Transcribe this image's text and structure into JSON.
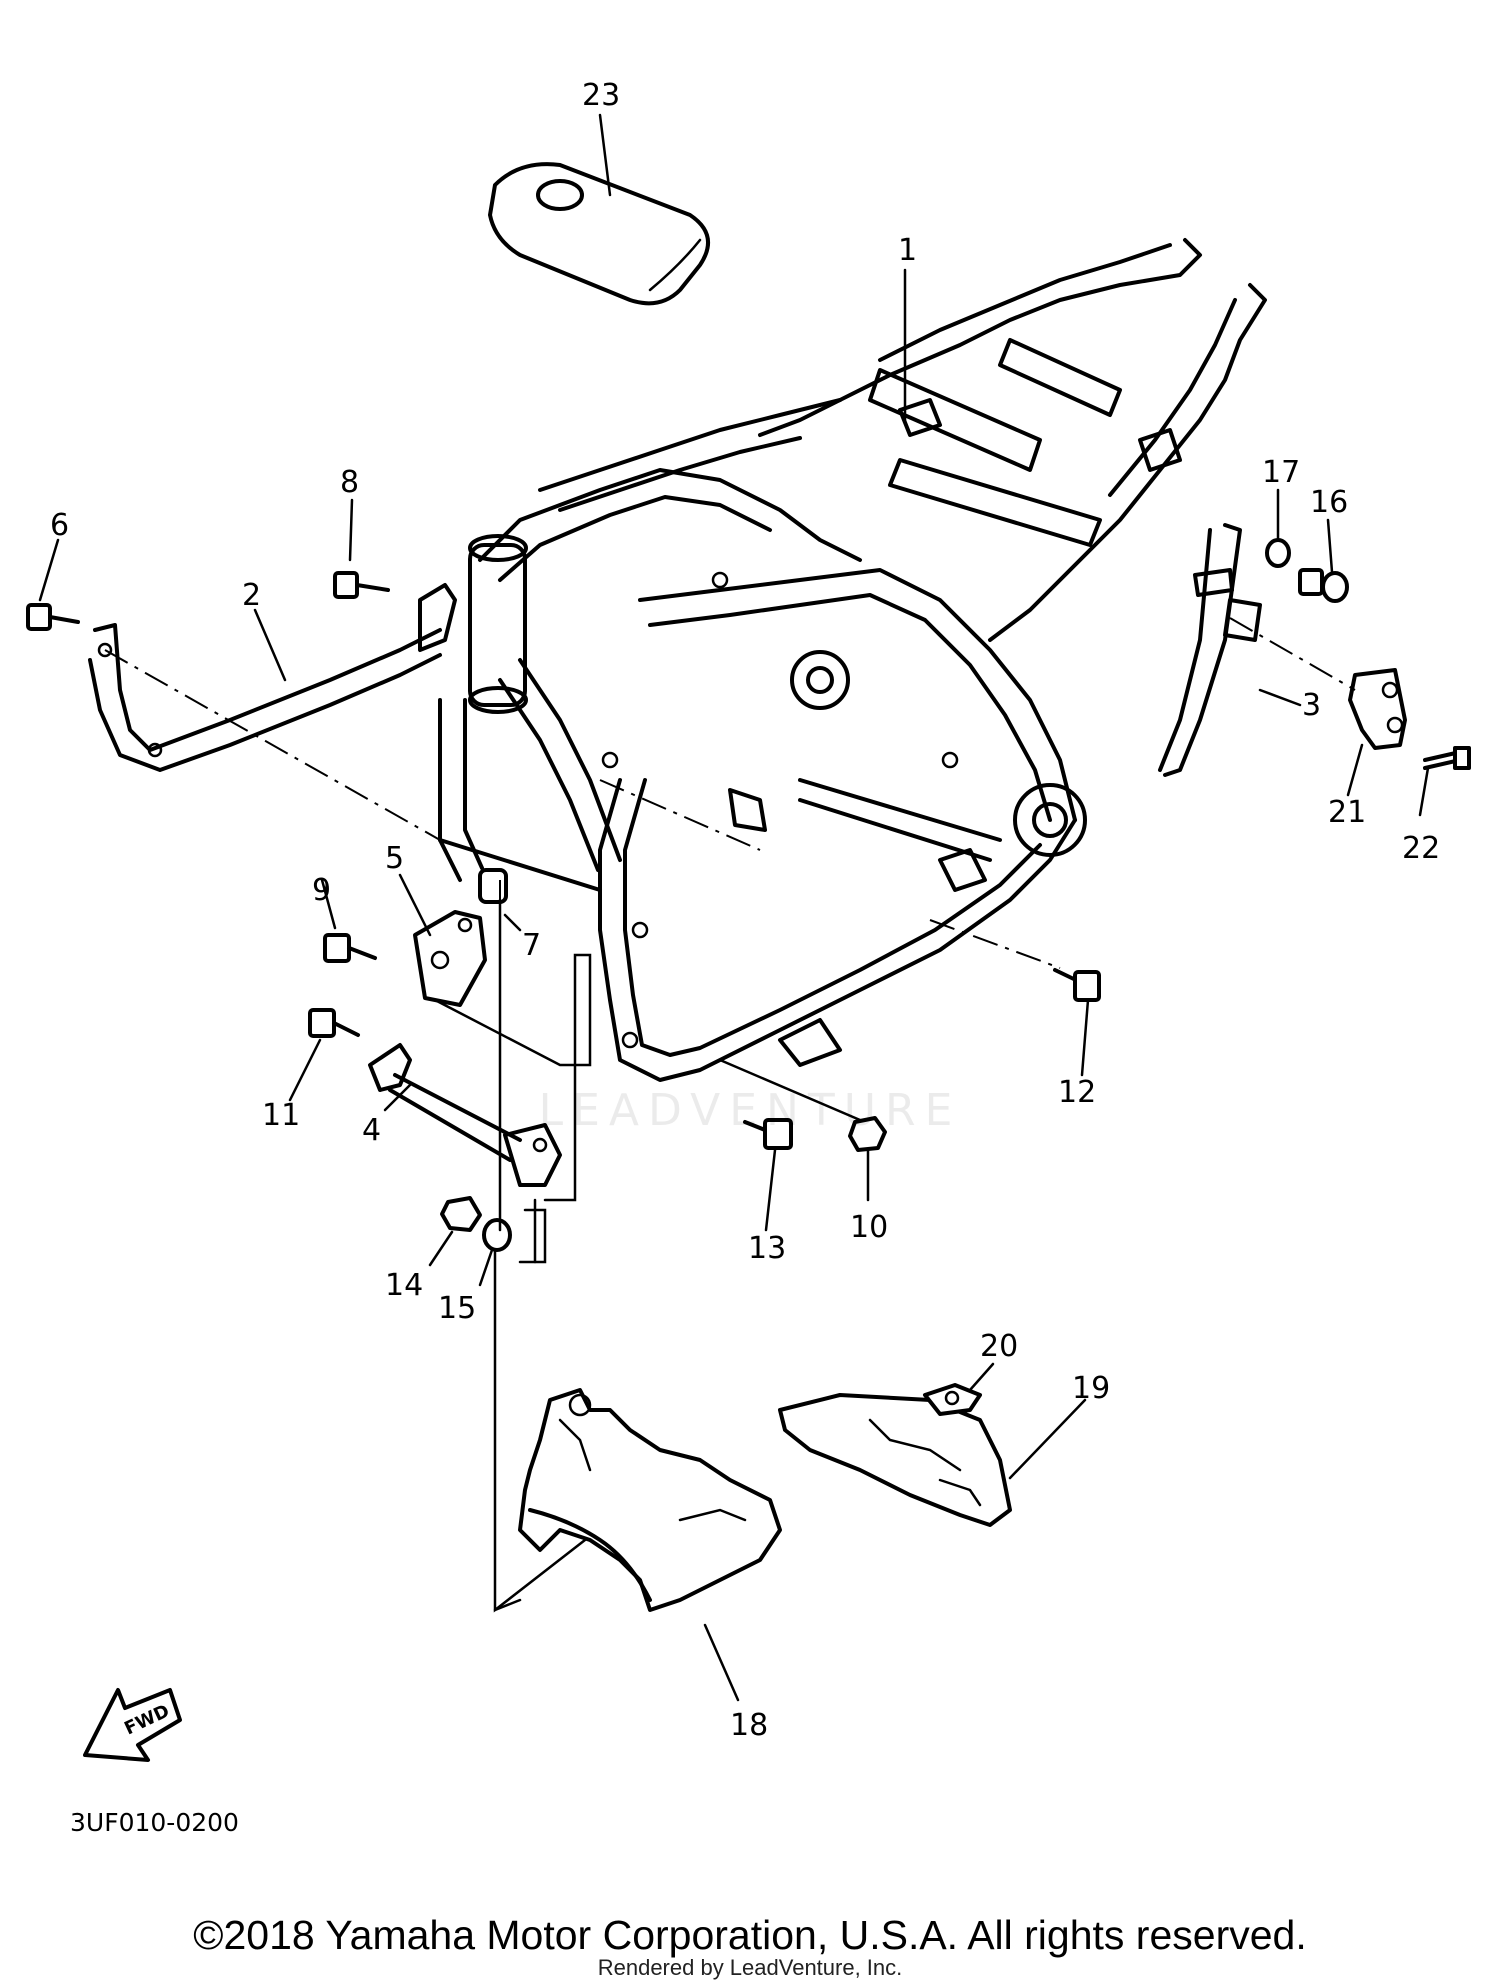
{
  "diagram": {
    "diagram_code": "3UF010-0200",
    "fwd_label": "FWD",
    "watermark_text": "LEADVENTURE",
    "callouts": {
      "c1": "1",
      "c2": "2",
      "c3": "3",
      "c4": "4",
      "c5": "5",
      "c6": "6",
      "c7": "7",
      "c8": "8",
      "c9": "9",
      "c10": "10",
      "c11": "11",
      "c12": "12",
      "c13": "13",
      "c14": "14",
      "c15": "15",
      "c16": "16",
      "c17": "17",
      "c18": "18",
      "c19": "19",
      "c20": "20",
      "c21": "21",
      "c22": "22",
      "c23": "23"
    }
  },
  "footer": {
    "copyright": "©2018 Yamaha Motor Corporation, U.S.A. All rights reserved.",
    "rendered_by": "Rendered by LeadVenture, Inc."
  }
}
